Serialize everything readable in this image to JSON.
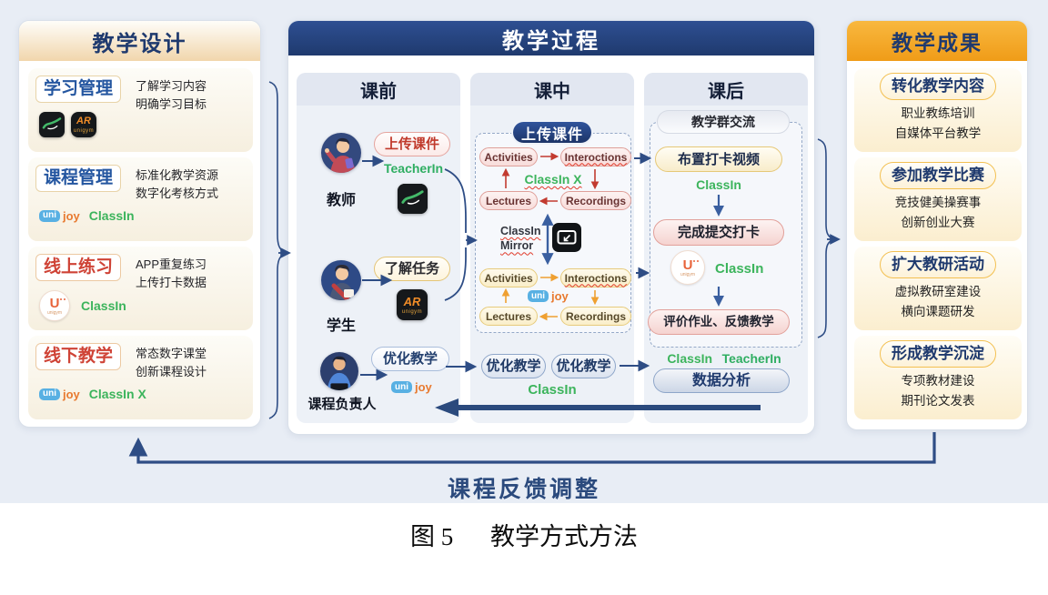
{
  "colors": {
    "background": "#e8edf5",
    "navy": "#1f3a6e",
    "classin_green": "#3cb45c",
    "header_orange": "#f09c18",
    "red_accent": "#c0392b"
  },
  "left_panel": {
    "title": "教学设计",
    "items": [
      {
        "title": "学习管理",
        "desc1": "了解学习内容",
        "desc2": "明确学习目标"
      },
      {
        "title": "课程管理",
        "desc1": "标准化教学资源",
        "desc2": "数字化考核方式"
      },
      {
        "title": "线上练习",
        "desc1": "APP重复练习",
        "desc2": "上传打卡数据"
      },
      {
        "title": "线下教学",
        "desc1": "常态数字课堂",
        "desc2": "创新课程设计"
      }
    ]
  },
  "middle_panel": {
    "title": "教学过程",
    "col_pre": {
      "header": "课前",
      "teacher": {
        "label": "教师",
        "pill": "上传课件",
        "app": "TeacherIn"
      },
      "student": {
        "label": "学生",
        "pill": "了解任务"
      },
      "leader": {
        "label": "课程负责人",
        "pill": "优化教学"
      }
    },
    "col_in": {
      "header": "课中",
      "banner": "上传课件",
      "top_cycle": {
        "n1": "Activities",
        "n2": "Interoctions",
        "n3": "Recordings",
        "n4": "Lectures",
        "center": "ClassIn X"
      },
      "mirror_label_1": "ClassIn",
      "mirror_label_2": "Mirror",
      "bottom_cycle": {
        "n1": "Activities",
        "n2": "Interoctions",
        "n3": "Recordings",
        "n4": "Lectures"
      },
      "pill1": "优化教学",
      "pill2": "优化教学",
      "logo": "ClassIn"
    },
    "col_post": {
      "header": "课后",
      "tab": "教学群交流",
      "step1": "布置打卡视频",
      "step1_logo": "ClassIn",
      "step2": "完成提交打卡",
      "step2_logo": "ClassIn",
      "step3": "评价作业、反馈教学",
      "analysis_logo1": "ClassIn",
      "analysis_logo2": "TeacherIn",
      "analysis_pill": "数据分析"
    }
  },
  "right_panel": {
    "title": "教学成果",
    "items": [
      {
        "title": "转化教学内容",
        "line1": "职业教练培训",
        "line2": "自媒体平台教学"
      },
      {
        "title": "参加教学比赛",
        "line1": "竞技健美操赛事",
        "line2": "创新创业大赛"
      },
      {
        "title": "扩大教研活动",
        "line1": "虚拟教研室建设",
        "line2": "横向课题研发"
      },
      {
        "title": "形成教学沉淀",
        "line1": "专项教材建设",
        "line2": "期刊论文发表"
      }
    ]
  },
  "feedback_label": "课程反馈调整",
  "caption": {
    "prefix": "图 5",
    "text": "教学方式方法"
  },
  "logos": {
    "classin": "ClassIn",
    "classin_x": "ClassIn X",
    "teacherin": "TeacherIn",
    "uni": "uni",
    "joy": "joy",
    "unigym": "unigym",
    "unigym_u": "U",
    "ar": "AR"
  }
}
